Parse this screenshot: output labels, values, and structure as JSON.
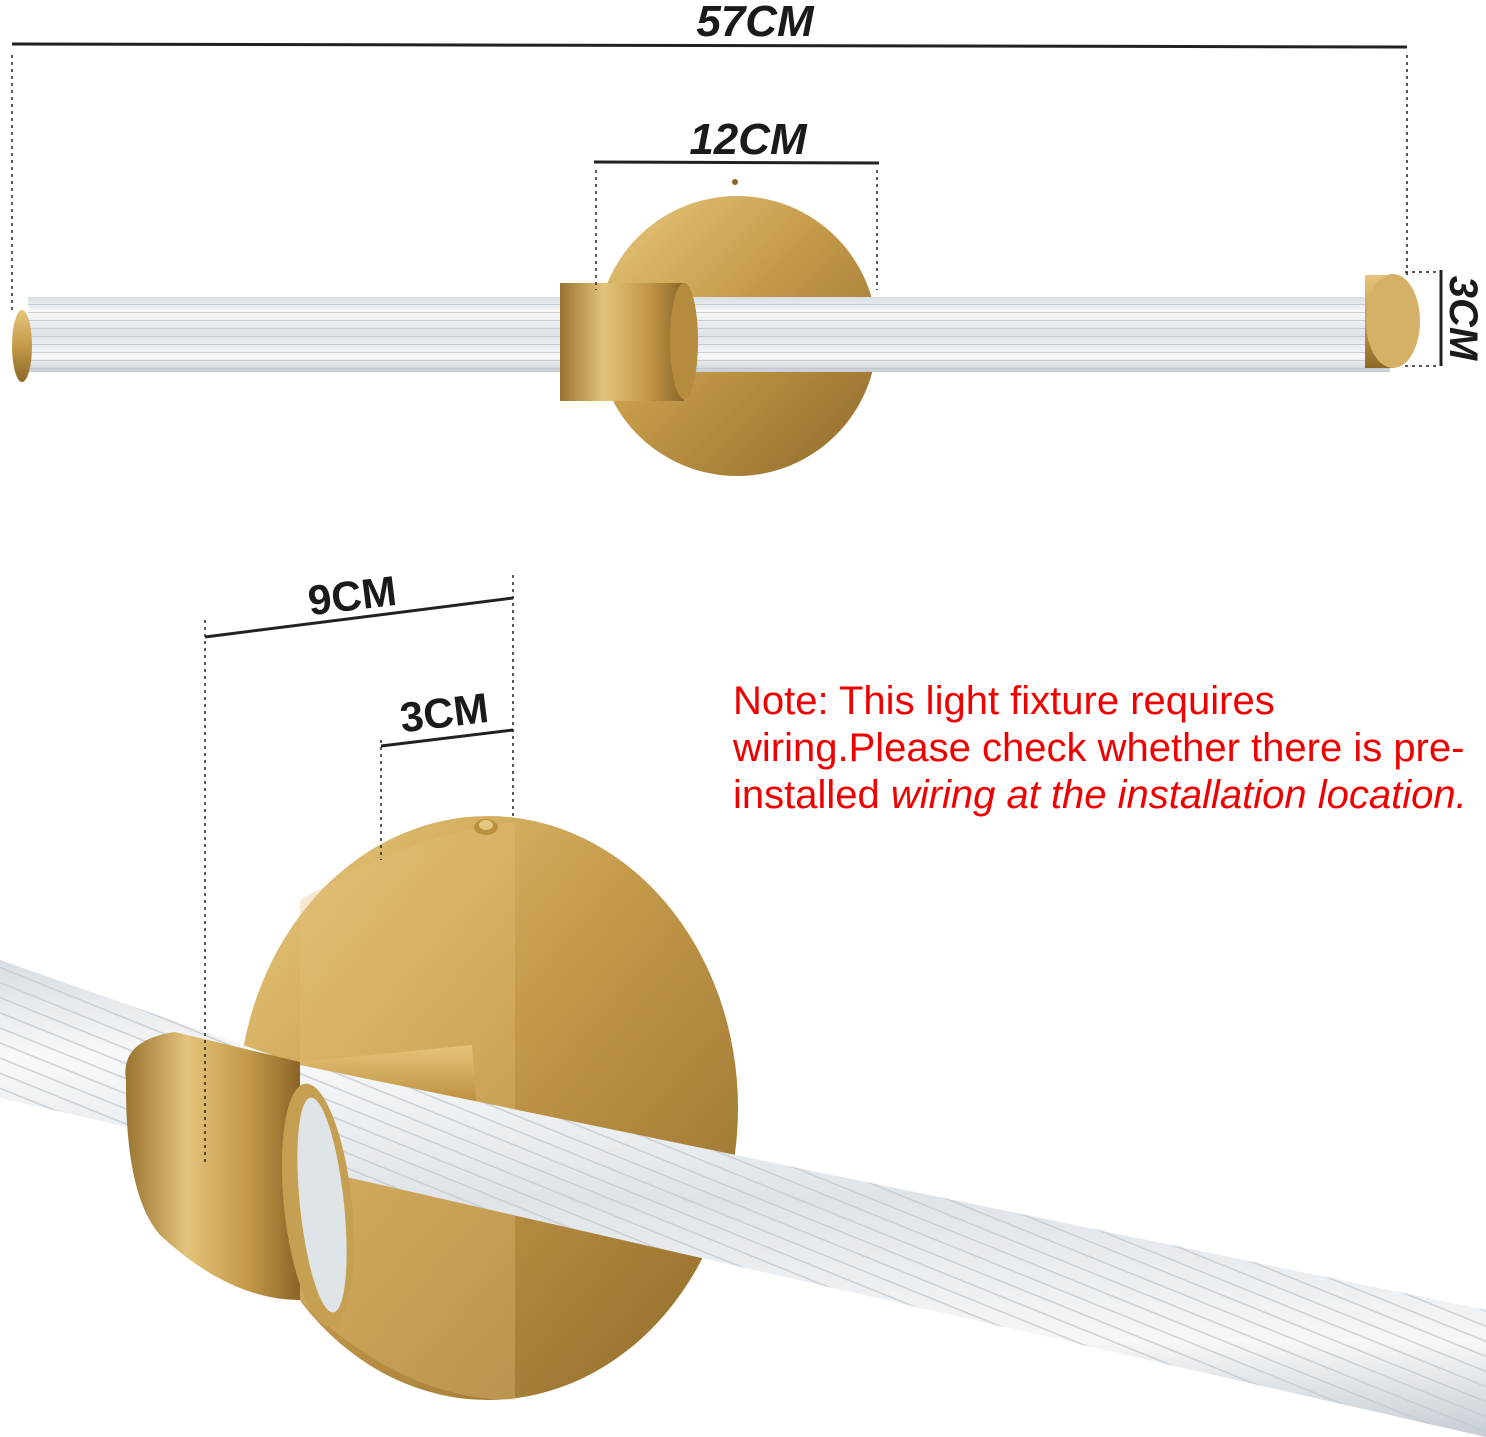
{
  "top_view": {
    "overall_length": "57CM",
    "backplate_width": "12CM",
    "tube_diameter": "3CM"
  },
  "detail_view": {
    "backplate_depth": "9CM",
    "tube_width": "3CM"
  },
  "note": {
    "text_regular": "Note: This light fixture requires wiring.Please check whether there is pre-installed ",
    "text_italic": "wiring at the installation location."
  },
  "colors": {
    "note_text": "#ee0000",
    "brass": "#c49a4a",
    "brass_dark": "#9a7430",
    "glass": "#e8ecef",
    "dimension_line": "#222222"
  }
}
